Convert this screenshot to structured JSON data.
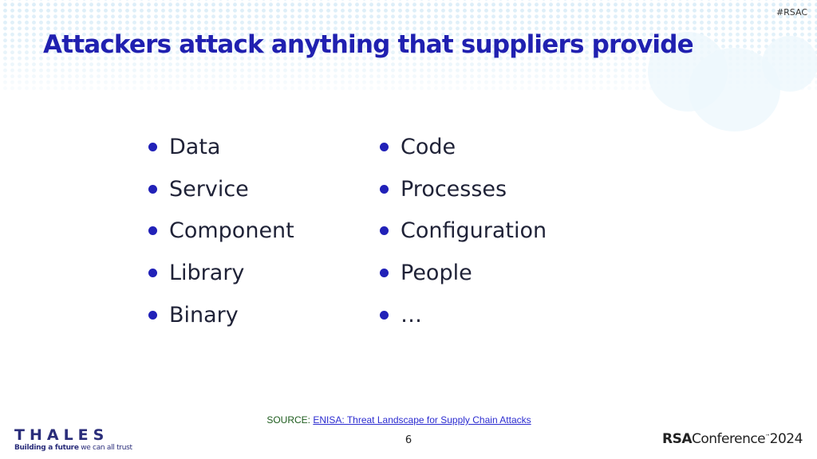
{
  "header": {
    "hashtag": "#RSAC",
    "title": "Attackers attack anything that suppliers provide"
  },
  "content": {
    "left_items": [
      "Data",
      "Service",
      "Component",
      "Library",
      "Binary"
    ],
    "right_items": [
      "Code",
      "Processes",
      "Configuration",
      "People",
      "…"
    ]
  },
  "footer": {
    "source_label": "SOURCE:",
    "source_link": "ENISA: Threat Landscape for Supply Chain Attacks",
    "page_number": "6",
    "thales_name": "THALES",
    "thales_tagline_bold": "Building a future",
    "thales_tagline_rest": " we can all trust",
    "rsac_bold": "RSA",
    "rsac_rest": "Conference",
    "rsac_tm": "™",
    "rsac_year": "2024"
  },
  "colors": {
    "title": "#2020b0",
    "bullet": "#2121b8",
    "body_text": "#1f2237",
    "link": "#2b2bd0",
    "source_label": "#1d5c1d"
  }
}
